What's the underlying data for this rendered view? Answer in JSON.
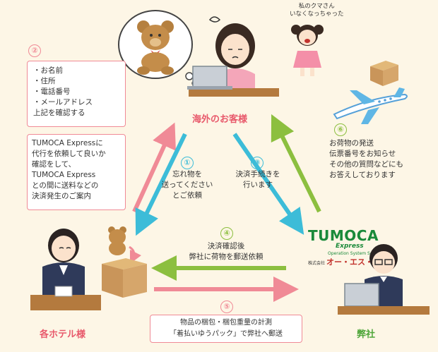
{
  "steps": {
    "s1": {
      "num": "①",
      "text": "忘れ物を\n送ってください\nとご依頼"
    },
    "s2": {
      "num": "②",
      "list": "・お名前\n・住所\n・電話番号\n・メールアドレス\n上記を確認する",
      "text": "TUMOCA Expressに\n代行を依頼して良いか\n確認をして、\nTUMOCA Express\nとの間に送料などの\n決済発生のご案内"
    },
    "s3": {
      "num": "③",
      "text": "決済手続きを\n行います"
    },
    "s4": {
      "num": "④",
      "text": "決済確認後\n弊社に荷物を郵送依頼"
    },
    "s5": {
      "num": "⑤",
      "text": "物品の梱包・梱包重量の計測\n「着払いゆうパック」で弊社へ郵送"
    },
    "s6": {
      "num": "⑥",
      "text": "お荷物の発送\n伝票番号をお知らせ\nその他の質問などにも\nお答えしております"
    }
  },
  "actors": {
    "customer": "海外のお客様",
    "hotel": "各ホテル様",
    "company": "弊社"
  },
  "bubble_text": "私のクマさん\nいなくなっちゃった",
  "logo": {
    "tumoca": "TUMOCA",
    "express": "Express",
    "oss_small": "Operation System Service",
    "kabu": "株式会社",
    "oss_name": "オー・エス・エス"
  },
  "colors": {
    "pink": "#f08a96",
    "blue": "#3cbcd8",
    "green": "#8cbf3f",
    "red_text": "#e8596b",
    "green_text": "#4fa63a"
  }
}
